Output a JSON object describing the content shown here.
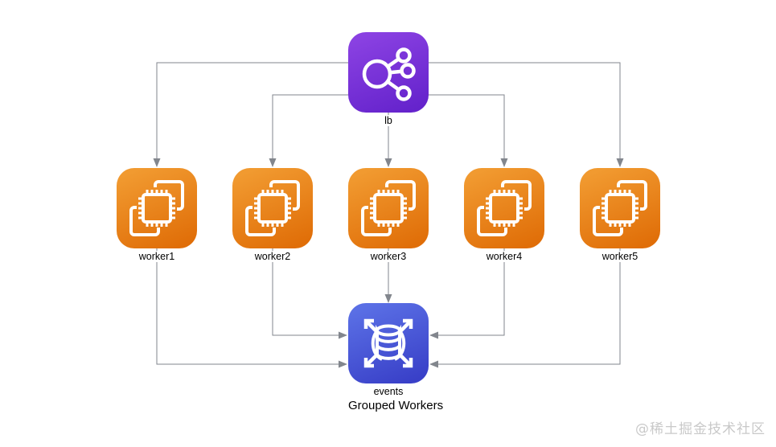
{
  "diagram": {
    "caption": "Grouped Workers",
    "watermark": "@稀土掘金技术社区",
    "nodes": [
      {
        "id": "lb",
        "label": "lb",
        "icon": "load-balancer-icon",
        "palette": "purple"
      },
      {
        "id": "worker1",
        "label": "worker1",
        "icon": "ec2-instance-icon",
        "palette": "orange"
      },
      {
        "id": "worker2",
        "label": "worker2",
        "icon": "ec2-instance-icon",
        "palette": "orange"
      },
      {
        "id": "worker3",
        "label": "worker3",
        "icon": "ec2-instance-icon",
        "palette": "orange"
      },
      {
        "id": "worker4",
        "label": "worker4",
        "icon": "ec2-instance-icon",
        "palette": "orange"
      },
      {
        "id": "worker5",
        "label": "worker5",
        "icon": "ec2-instance-icon",
        "palette": "orange"
      },
      {
        "id": "events",
        "label": "events",
        "icon": "scaling-datastore-icon",
        "palette": "blue"
      }
    ],
    "edges": [
      {
        "from": "lb",
        "to": "worker1"
      },
      {
        "from": "lb",
        "to": "worker2"
      },
      {
        "from": "lb",
        "to": "worker3"
      },
      {
        "from": "lb",
        "to": "worker4"
      },
      {
        "from": "lb",
        "to": "worker5"
      },
      {
        "from": "worker1",
        "to": "events"
      },
      {
        "from": "worker2",
        "to": "events"
      },
      {
        "from": "worker3",
        "to": "events"
      },
      {
        "from": "worker4",
        "to": "events"
      },
      {
        "from": "worker5",
        "to": "events"
      }
    ],
    "colors": {
      "worker_gradient_top": "#F19A30",
      "worker_gradient_bottom": "#E06E08",
      "lb_gradient_top": "#8A41E2",
      "lb_gradient_bottom": "#6523CC",
      "events_gradient_top": "#5A6FE5",
      "events_gradient_bottom": "#3940C8",
      "connector": "#82868D",
      "label_text": "#000000",
      "watermark_text": "#C9C9C9"
    }
  }
}
